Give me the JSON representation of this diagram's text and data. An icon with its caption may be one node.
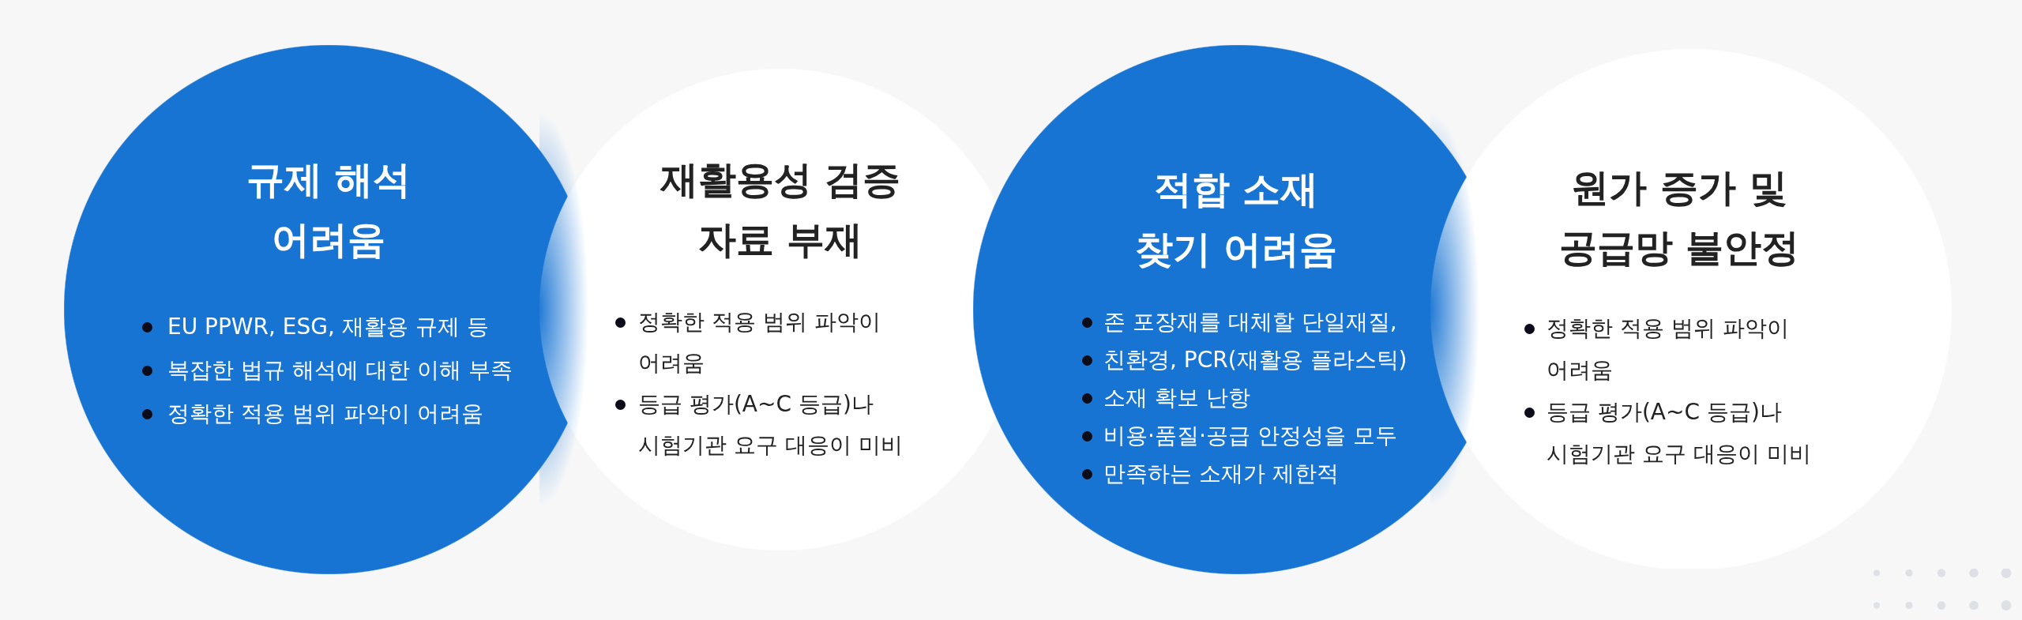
{
  "diagram": {
    "nodes": [
      {
        "text": [
          "규제 해석 어려움",
          "EU PPWR, ESG, 재활용 규제 등",
          "복잡한 법규 해석에 대한 이해 부족",
          "정확한 적용 범위 파악이 어려움"
        ]
      },
      {
        "text": [
          "재활용성 검증 자료 부재",
          "정확한 적용 범위 파악이 어려움",
          "등급 평가(A~C 등급)나 시험기관 요구 대응이 미비"
        ]
      },
      {
        "text": [
          "적합 소재 찾기 어려움",
          "존 포장재를 대체할 단일재질,",
          "친환경, PCR(재활용 플라스틱)",
          "소재 확보 난항",
          "비용·품질·공급 안정성을 모두",
          "만족하는 소재가 제한적"
        ]
      },
      {
        "text": [
          "원가 증가 및 공급망 불안정",
          "정확한 적용 범위 파악이 어려움",
          "등급 평가(A~C 등급)나 시험기관 요구 대응이 미비"
        ]
      }
    ]
  }
}
